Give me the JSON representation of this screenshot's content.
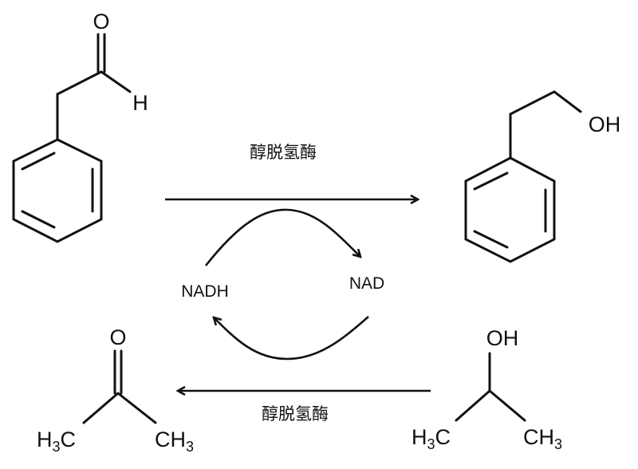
{
  "reaction_top": {
    "substrate": {
      "name": "phenylacetaldehyde",
      "atoms": {
        "oxygen": "O",
        "hydrogen": "H"
      }
    },
    "enzyme_label": "醇脱氢酶",
    "product": {
      "name": "2-phenylethanol",
      "atoms": {
        "hydroxyl": "OH"
      }
    }
  },
  "cofactor_cycle": {
    "reduced": "NADH",
    "oxidized": "NAD"
  },
  "reaction_bottom": {
    "substrate": {
      "name": "isopropanol",
      "atoms": {
        "hydroxyl": "OH",
        "left_methyl": "H",
        "left_methyl_sub": "3",
        "left_methyl_c": "C",
        "right_methyl": "CH",
        "right_methyl_sub": "3"
      }
    },
    "enzyme_label": "醇脱氢酶",
    "product": {
      "name": "acetone",
      "atoms": {
        "oxygen": "O",
        "left_methyl": "H",
        "left_methyl_sub": "3",
        "left_methyl_c": "C",
        "right_methyl": "CH",
        "right_methyl_sub": "3"
      }
    }
  }
}
